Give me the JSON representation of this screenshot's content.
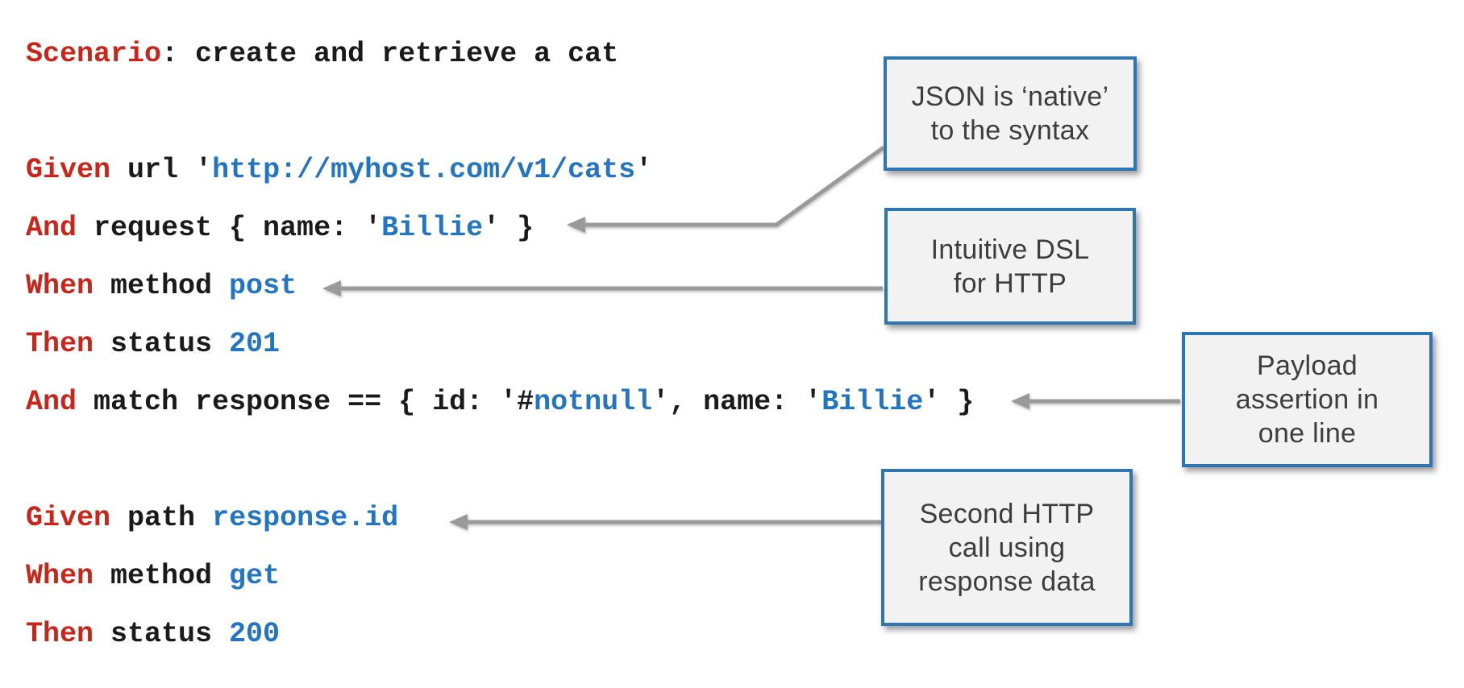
{
  "colors": {
    "keyword_red": "#cc2418",
    "value_blue": "#2274c4",
    "plain_black": "#1a1a1a",
    "callout_border_blue": "#2e75b6",
    "callout_fill_gray": "#f2f2f2",
    "arrow_gray": "#9a9a9a",
    "background": "#ffffff"
  },
  "code": {
    "lines": [
      {
        "tokens": [
          {
            "t": "Scenario",
            "c": "keyword"
          },
          {
            "t": ": create and retrieve a cat",
            "c": "plain"
          }
        ]
      },
      {
        "tokens": []
      },
      {
        "tokens": [
          {
            "t": "Given",
            "c": "keyword"
          },
          {
            "t": " url '",
            "c": "plain"
          },
          {
            "t": "http://myhost.com/v1/cats",
            "c": "value"
          },
          {
            "t": "'",
            "c": "plain"
          }
        ]
      },
      {
        "tokens": [
          {
            "t": "And",
            "c": "keyword"
          },
          {
            "t": " request { name: '",
            "c": "plain"
          },
          {
            "t": "Billie",
            "c": "value"
          },
          {
            "t": "' }",
            "c": "plain"
          }
        ]
      },
      {
        "tokens": [
          {
            "t": "When",
            "c": "keyword"
          },
          {
            "t": " method ",
            "c": "plain"
          },
          {
            "t": "post",
            "c": "value"
          }
        ]
      },
      {
        "tokens": [
          {
            "t": "Then",
            "c": "keyword"
          },
          {
            "t": " status ",
            "c": "plain"
          },
          {
            "t": "201",
            "c": "value"
          }
        ]
      },
      {
        "tokens": [
          {
            "t": "And",
            "c": "keyword"
          },
          {
            "t": " match response == { id: '#",
            "c": "plain"
          },
          {
            "t": "notnull",
            "c": "value"
          },
          {
            "t": "', name: '",
            "c": "plain"
          },
          {
            "t": "Billie",
            "c": "value"
          },
          {
            "t": "' }",
            "c": "plain"
          }
        ]
      },
      {
        "tokens": []
      },
      {
        "tokens": [
          {
            "t": "Given",
            "c": "keyword"
          },
          {
            "t": " path ",
            "c": "plain"
          },
          {
            "t": "response.id",
            "c": "value"
          }
        ]
      },
      {
        "tokens": [
          {
            "t": "When",
            "c": "keyword"
          },
          {
            "t": " method ",
            "c": "plain"
          },
          {
            "t": "get",
            "c": "value"
          }
        ]
      },
      {
        "tokens": [
          {
            "t": "Then",
            "c": "keyword"
          },
          {
            "t": " status ",
            "c": "plain"
          },
          {
            "t": "200",
            "c": "value"
          }
        ]
      }
    ]
  },
  "callouts": [
    {
      "text": "JSON is ‘native’\nto the syntax"
    },
    {
      "text": "Intuitive DSL\nfor HTTP"
    },
    {
      "text": "Payload\nassertion in\none line"
    },
    {
      "text": "Second HTTP\ncall using\nresponse data"
    }
  ]
}
